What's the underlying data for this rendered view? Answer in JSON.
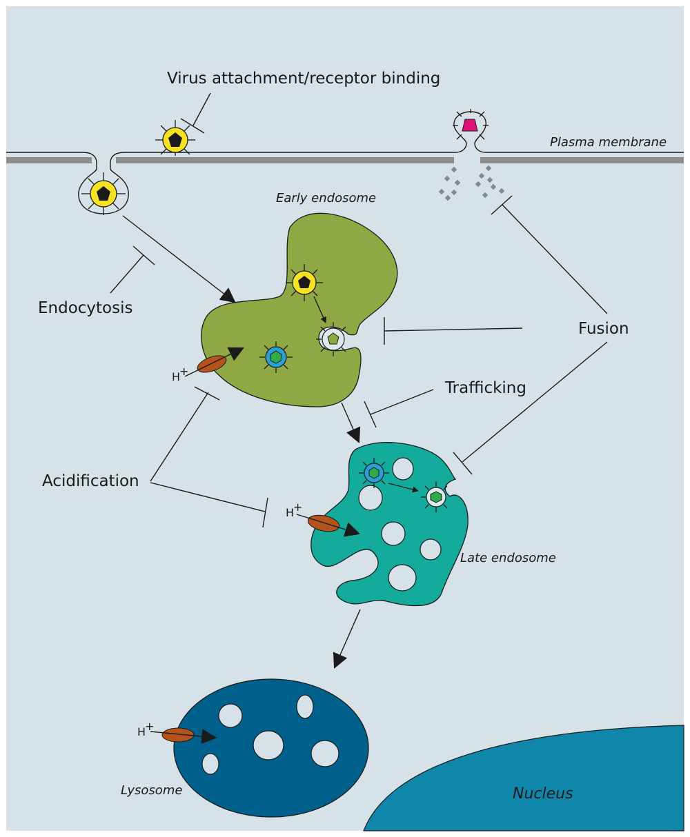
{
  "labels": {
    "virus_attachment": "Virus attachment/receptor binding",
    "plasma_membrane": "Plasma membrane",
    "early_endosome": "Early endosome",
    "endocytosis": "Endocytosis",
    "fusion": "Fusion",
    "trafficking": "Trafficking",
    "acidification": "Acidification",
    "late_endosome": "Late endosome",
    "lysosome": "Lysosome",
    "nucleus": "Nucleus",
    "proton": "H",
    "proton_charge": "+"
  },
  "colors": {
    "cytoplasm": "#d6e2e8",
    "membrane_bar": "#8c8c8c",
    "early_endosome": "#8fa844",
    "late_endosome": "#14aa9c",
    "lysosome": "#00608c",
    "nucleus": "#1186ab",
    "virus_coat": "#f5e321",
    "virus_core": "#1a1a1a",
    "uncoated_virus": "#dfe8ec",
    "capsid_olive": "#8fa844",
    "capsid_blue_coat": "#2a9fd6",
    "capsid_green": "#2eab4a",
    "proton_pump": "#b4541c",
    "receptor_magenta": "#e0107a",
    "fusion_peptide_dots": "#808890"
  }
}
